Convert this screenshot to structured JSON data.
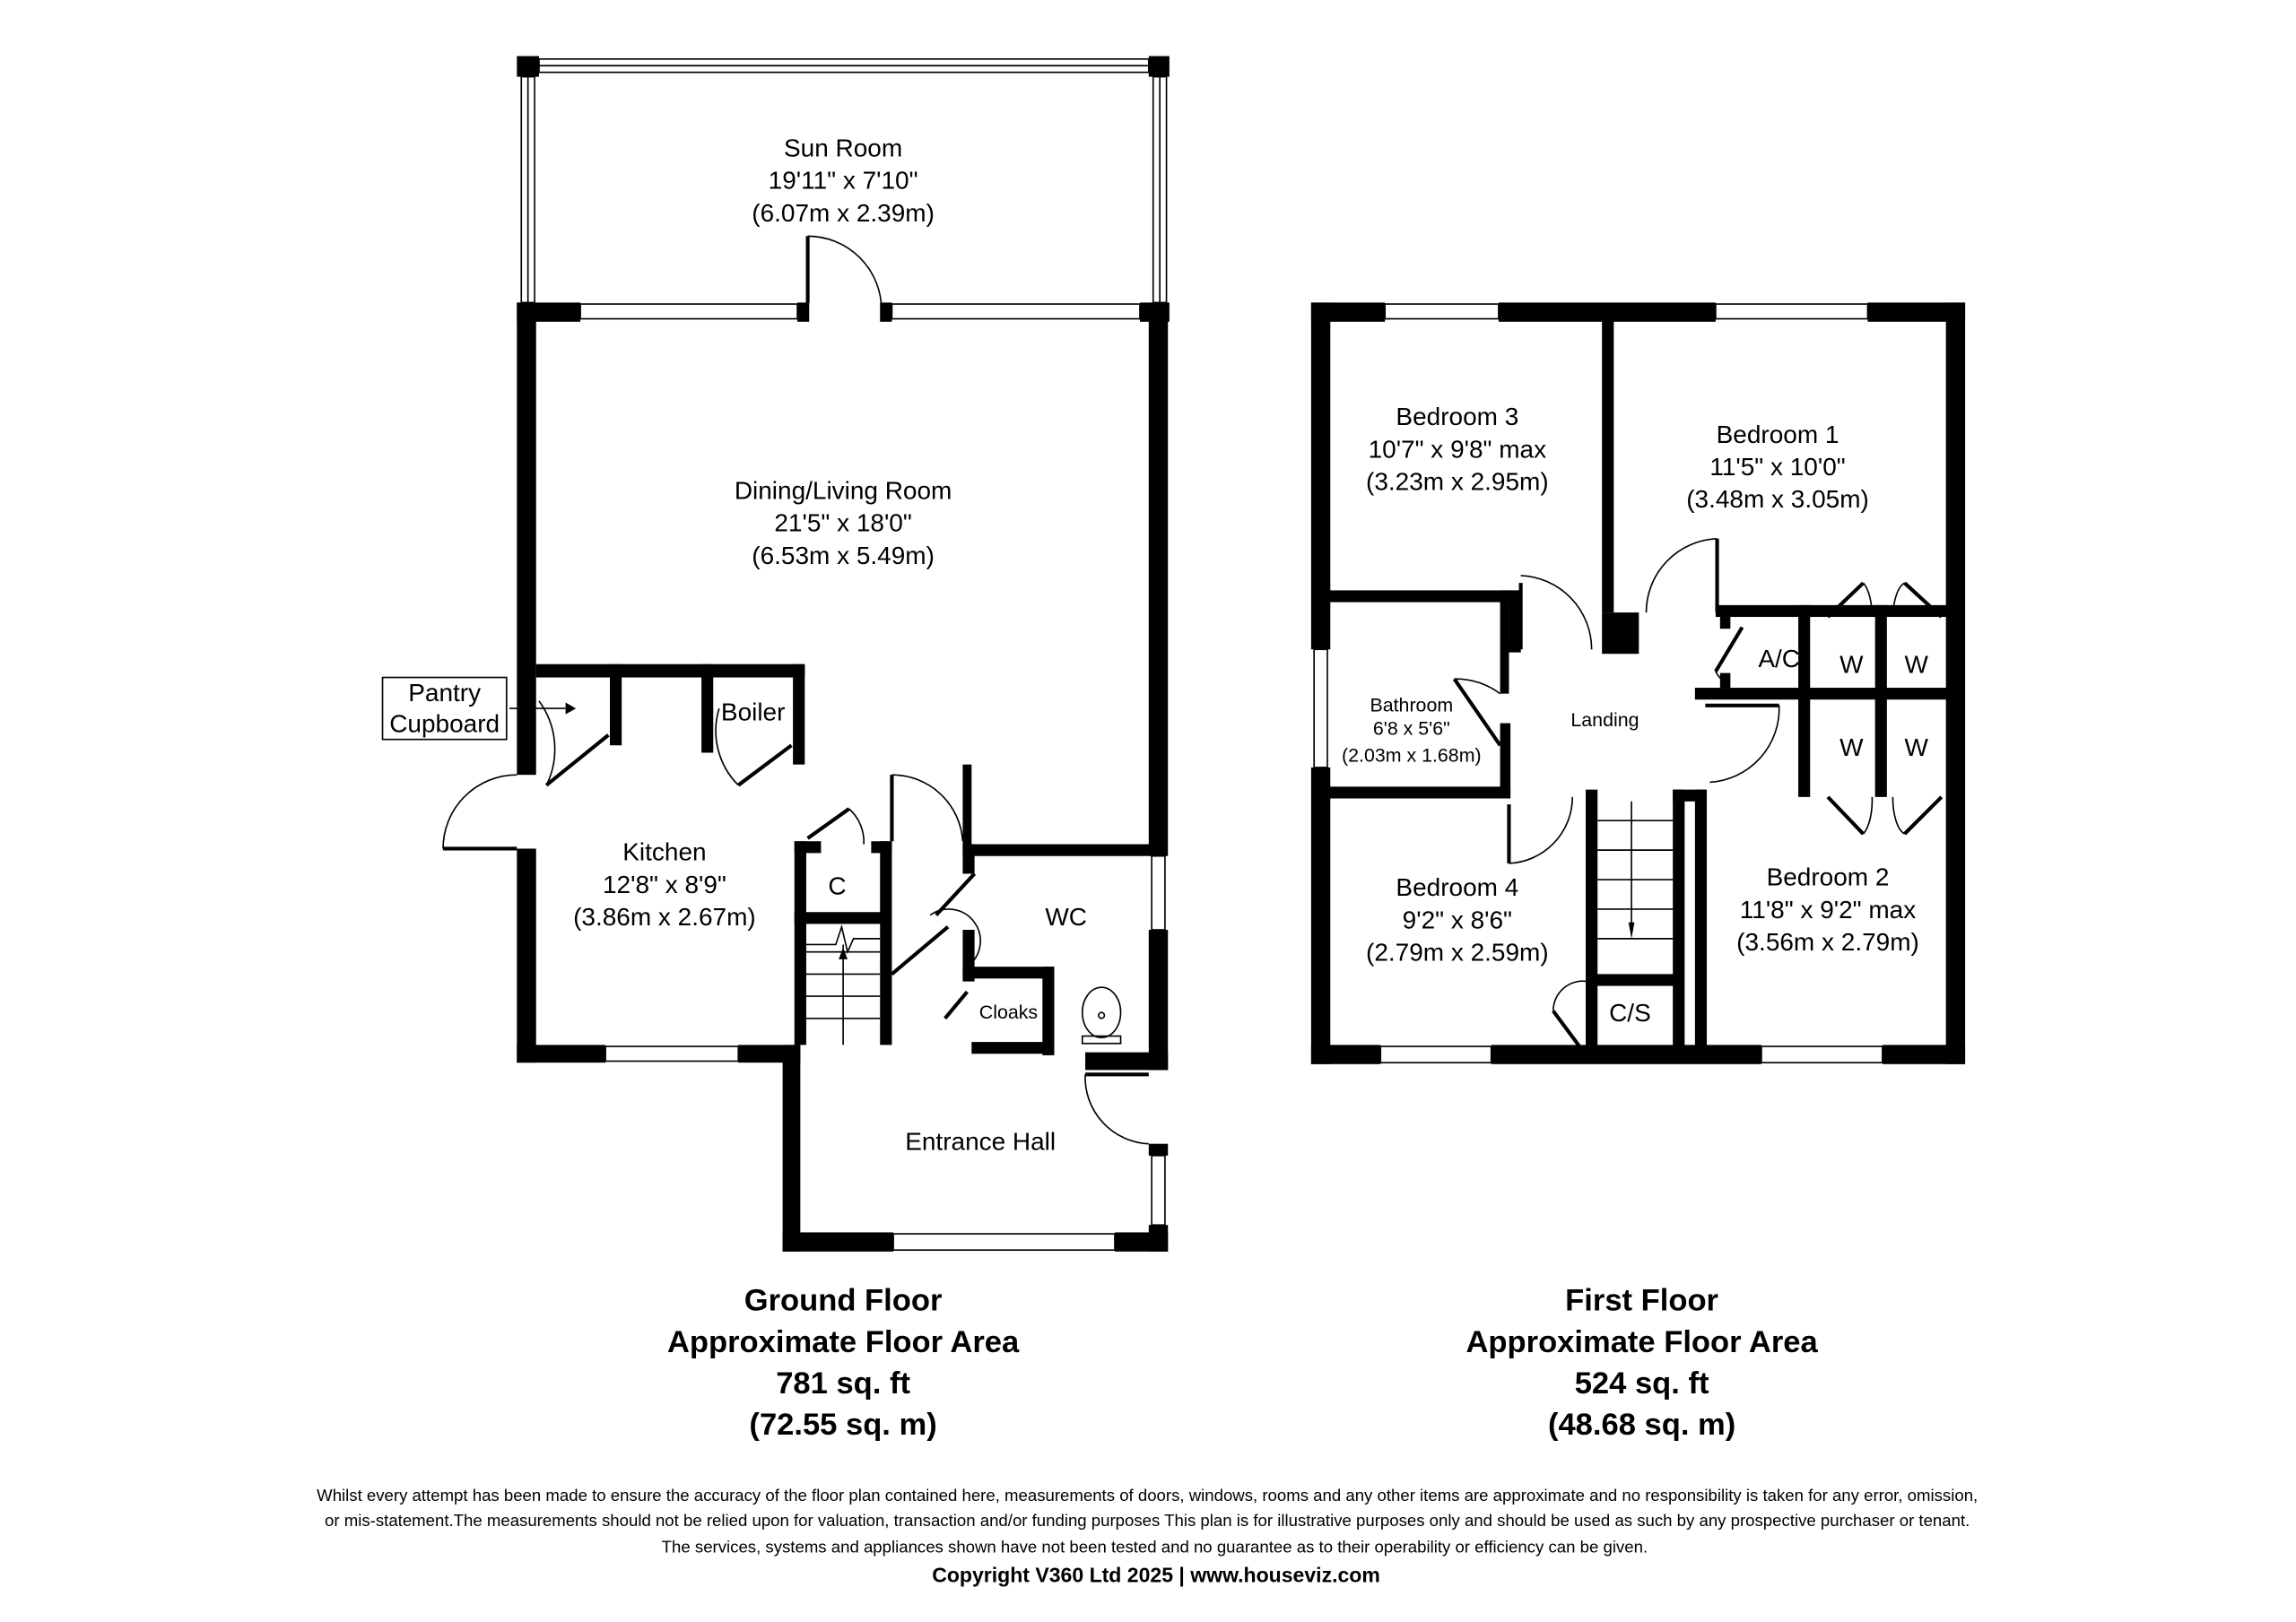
{
  "ground_floor": {
    "rooms": {
      "sun_room": {
        "name": "Sun Room",
        "imperial": "19'11\" x 7'10\"",
        "metric": "(6.07m x 2.39m)"
      },
      "dining_living": {
        "name": "Dining/Living Room",
        "imperial": "21'5\" x 18'0\"",
        "metric": "(6.53m x 5.49m)"
      },
      "kitchen": {
        "name": "Kitchen",
        "imperial": "12'8\" x 8'9\"",
        "metric": "(3.86m x 2.67m)"
      },
      "entrance_hall": {
        "name": "Entrance Hall"
      },
      "wc": {
        "name": "WC"
      },
      "cloaks": {
        "name": "Cloaks"
      },
      "boiler": {
        "name": "Boiler"
      },
      "cupboard": {
        "name": "C"
      },
      "pantry": {
        "line1": "Pantry",
        "line2": "Cupboard"
      }
    },
    "title": "Ground Floor",
    "area_label": "Approximate Floor Area",
    "area_sqft": "781 sq. ft",
    "area_sqm": "(72.55 sq. m)"
  },
  "first_floor": {
    "rooms": {
      "bedroom3": {
        "name": "Bedroom 3",
        "imperial": "10'7\" x 9'8\" max",
        "metric": "(3.23m x 2.95m)"
      },
      "bedroom1": {
        "name": "Bedroom 1",
        "imperial": "11'5\" x 10'0\"",
        "metric": "(3.48m x 3.05m)"
      },
      "bathroom": {
        "name": "Bathroom",
        "imperial": "6'8 x 5'6\"",
        "metric": "(2.03m x 1.68m)"
      },
      "landing": {
        "name": "Landing"
      },
      "bedroom4": {
        "name": "Bedroom 4",
        "imperial": "9'2\" x 8'6\"",
        "metric": "(2.79m x 2.59m)"
      },
      "bedroom2": {
        "name": "Bedroom 2",
        "imperial": "11'8\" x 9'2\" max",
        "metric": "(3.56m x 2.79m)"
      },
      "ac": {
        "name": "A/C"
      },
      "wardrobe": {
        "name": "W"
      },
      "cs": {
        "name": "C/S"
      }
    },
    "title": "First Floor",
    "area_label": "Approximate Floor Area",
    "area_sqft": "524 sq. ft",
    "area_sqm": "(48.68 sq. m)"
  },
  "disclaimer": {
    "line1": "Whilst every attempt has been made to ensure the accuracy of the floor plan contained here, measurements of doors, windows, rooms and any other items are approximate and no responsibility is taken for any error, omission,",
    "line2": "or mis-statement.The measurements should not be relied upon for valuation, transaction and/or funding purposes This plan is for illustrative purposes only and should be used as such by any prospective purchaser or tenant.",
    "line3": "The services, systems and appliances shown have not been tested and no guarantee as to their operability or efficiency can be given."
  },
  "copyright": "Copyright V360 Ltd 2025 | www.houseviz.com"
}
